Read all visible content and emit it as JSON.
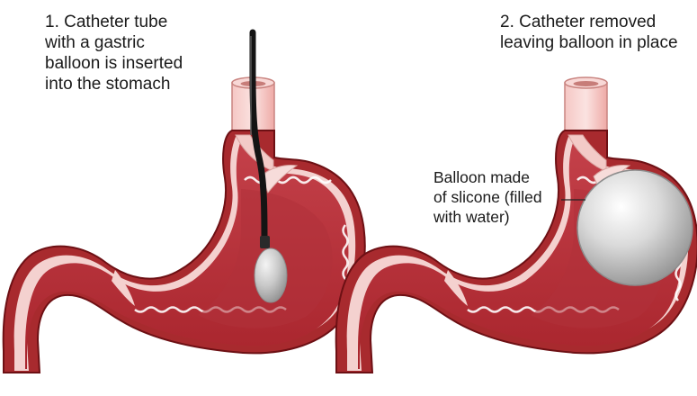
{
  "step1": {
    "lines": [
      "1. Catheter tube",
      "with a gastric",
      "balloon is inserted",
      "into the stomach"
    ]
  },
  "step2": {
    "lines": [
      "2. Catheter removed",
      "leaving balloon in place"
    ]
  },
  "balloon_label": {
    "lines": [
      "Balloon made",
      "of slicone (filled",
      "with water)"
    ]
  },
  "colors": {
    "stomach_wall": "#a82a2e",
    "stomach_wall_dark": "#7c1418",
    "stomach_inner": "#c9464a",
    "stomach_rim": "#f6d6d4",
    "esophagus": "#f1b9b6",
    "catheter": "#141414",
    "balloon": "#d9d9d9"
  }
}
